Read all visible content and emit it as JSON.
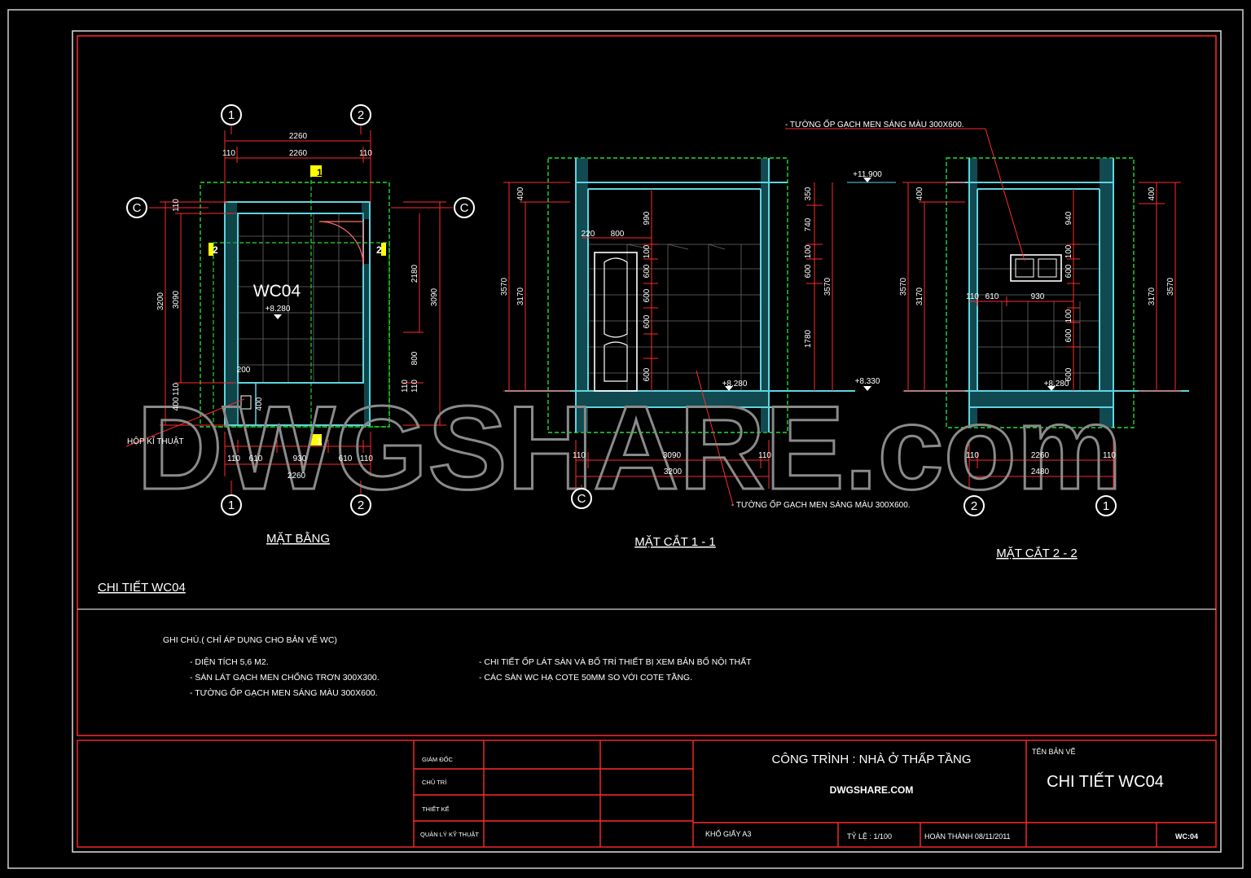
{
  "watermark": "DWGSHARE.com",
  "grid_labels": {
    "a": "1",
    "b": "2",
    "c": "C"
  },
  "plan": {
    "room_name": "WC04",
    "level": "+8.280",
    "dims": {
      "top_total": "2260",
      "top_left": "110",
      "top_mid": "2260",
      "top_right": "110",
      "left_outer": "3200",
      "left_inner": "3090",
      "left_top": "110",
      "left_bot": "110",
      "left_400": "400",
      "right_2180": "2180",
      "right_3090": "3090",
      "right_800": "800",
      "right_110a": "110",
      "right_110b": "110",
      "bot_110a": "110",
      "bot_610a": "610",
      "bot_930": "930",
      "bot_610b": "610",
      "bot_110b": "110",
      "bot_total": "2260",
      "shaft_200": "200",
      "shaft_400": "400"
    },
    "section_marks": {
      "s1": "1",
      "s2": "2"
    },
    "shaft_label": "HỘP KĨ THUẬT",
    "title": "MẶT BẰNG"
  },
  "section1": {
    "title": "MẶT CẮT 1 - 1",
    "note": "- TƯỜNG ỐP GẠCH MEN SÁNG MÀU 300X600.",
    "level_floor": "+8.280",
    "level_top": "+11.900",
    "level_slab": "+8.330",
    "dims": {
      "d220": "220",
      "d800": "800",
      "d990": "990",
      "d100": "100",
      "d600a": "600",
      "d600b": "600",
      "d600c": "600",
      "d600d": "600",
      "r350": "350",
      "r740": "740",
      "r100": "100",
      "r600": "600",
      "r1780": "1780",
      "r3570": "3570",
      "l400": "400",
      "l3570": "3570",
      "l3170": "3170",
      "b110a": "110",
      "b3090": "3090",
      "b3200": "3200",
      "b110b": "110"
    }
  },
  "section2": {
    "title": "MẶT CẮT 2 - 2",
    "note": "- TƯỜNG ỐP GẠCH MEN SÁNG MÀU 300X600.",
    "level_floor": "+8.280",
    "dims": {
      "d110": "110",
      "d610": "610",
      "d930": "930",
      "d940": "940",
      "d100": "100",
      "d600a": "600",
      "d100b": "100",
      "d600b": "600",
      "d600c": "600",
      "l400": "400",
      "l3570": "3570",
      "l3170": "3170",
      "r400": "400",
      "r3170": "3170",
      "r3570": "3570",
      "b110a": "110",
      "b2260": "2260",
      "b2480": "2480",
      "b110b": "110"
    }
  },
  "detail_title": "CHI TIẾT WC04",
  "notes": {
    "heading": "GHI CHÚ.( CHỈ ÁP DỤNG CHO BẢN VẼ WC)",
    "left": [
      "- DIỆN TÍCH 5,6 M2.",
      "- SÀN LÁT GẠCH MEN CHỐNG TRƠN 300X300.",
      "- TƯỜNG ỐP GẠCH MEN SÁNG MÀU 300X600."
    ],
    "right": [
      "- CHI TIẾT ỐP LÁT SÀN VÀ BỐ TRÍ THIẾT BỊ XEM BẢN BỐ NỘI THẤT",
      "- CÁC SÀN WC HẠ COTE 50MM SO VỚI COTE TẦNG."
    ]
  },
  "title_block": {
    "roles": [
      "GIÁM ĐỐC",
      "CHỦ TRÌ",
      "THIẾT KẾ",
      "QUẢN LÝ KỸ THUẬT"
    ],
    "project": "CÔNG TRÌNH : NHÀ Ở THẤP TẦNG",
    "website": "DWGSHARE.COM",
    "sheet_label": "TÊN BẢN VẼ",
    "sheet_name": "CHI TIẾT WC04",
    "paper": "KHỔ GIẤY A3",
    "scale": "TỶ LỆ : 1/100",
    "completed": "HOÀN THÀNH 08/11/2011",
    "sheet_code": "WC:04"
  },
  "colors": {
    "frame": "#ff2a2a",
    "wall": "#5fd4e0",
    "dim": "#ff2a2a",
    "text": "#ffffff",
    "green": "#22dd33",
    "yellow": "#ffff00"
  }
}
